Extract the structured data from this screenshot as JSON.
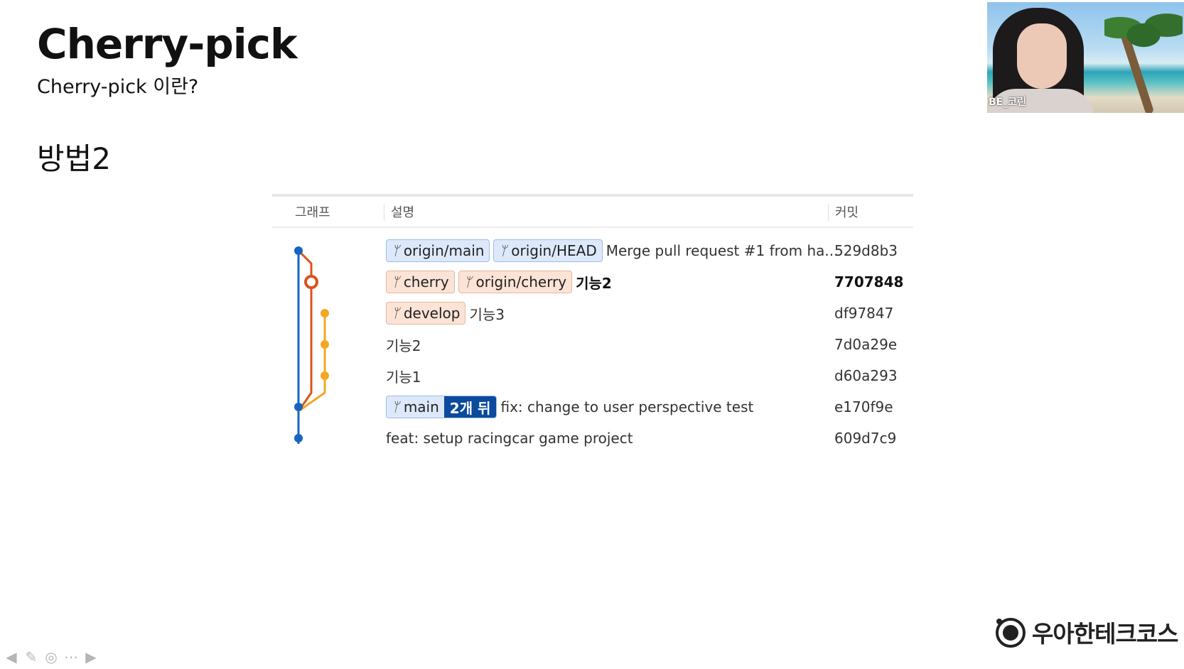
{
  "slide": {
    "title": "Cherry-pick",
    "subtitle": "Cherry-pick 이란?",
    "section_heading": "방법2"
  },
  "table": {
    "headers": {
      "graph": "그래프",
      "description": "설명",
      "commit": "커밋"
    },
    "branch_icon": "branch-icon",
    "rows": [
      {
        "tags": [
          {
            "label": "origin/main",
            "style": "blue"
          },
          {
            "label": "origin/HEAD",
            "style": "blue"
          }
        ],
        "message": "Merge pull request #1 from ha...",
        "hash": "529d8b3",
        "bold": false
      },
      {
        "tags": [
          {
            "label": "cherry",
            "style": "peach"
          },
          {
            "label": "origin/cherry",
            "style": "peach"
          }
        ],
        "message": "기능2",
        "hash": "7707848",
        "bold": true
      },
      {
        "tags": [
          {
            "label": "develop",
            "style": "peach"
          }
        ],
        "message": "기능3",
        "hash": "df97847",
        "bold": false
      },
      {
        "tags": [],
        "message": "기능2",
        "hash": "7d0a29e",
        "bold": false
      },
      {
        "tags": [],
        "message": "기능1",
        "hash": "d60a293",
        "bold": false
      },
      {
        "tags": [
          {
            "label": "main",
            "badge": "2개 뒤",
            "style": "blue"
          }
        ],
        "message": "fix: change to user perspective test",
        "hash": "e170f9e",
        "bold": false
      },
      {
        "tags": [],
        "message": "feat: setup racingcar game project",
        "hash": "609d7c9",
        "bold": false
      }
    ]
  },
  "graph_colors": {
    "main": "#1565c0",
    "cherry": "#d9531e",
    "develop": "#f5a623"
  },
  "webcam": {
    "name": "BE_코린"
  },
  "brand": {
    "name": "우아한테크코스"
  },
  "nav_icons": [
    "arrow-left-icon",
    "pen-icon",
    "slides-icon",
    "more-icon",
    "arrow-right-icon"
  ]
}
